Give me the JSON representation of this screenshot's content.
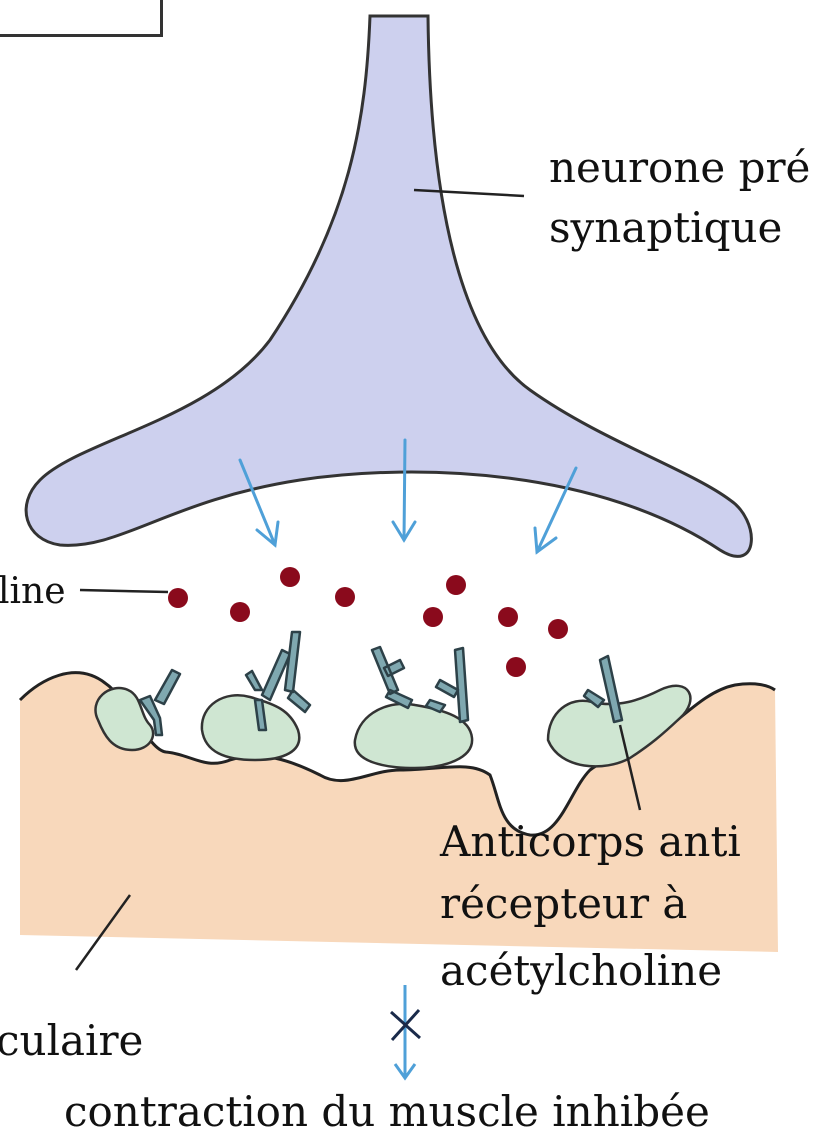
{
  "labels": {
    "presynaptic_line1": "neurone pré",
    "presynaptic_line2": "synaptique",
    "acetylcholine_partial": "line",
    "antibody_line1": "Anticorps anti",
    "antibody_line2": "récepteur à",
    "antibody_line3": "acétylcholine",
    "muscle_partial": "culaire",
    "result": "contraction du muscle inhibée"
  },
  "colors": {
    "neuron_fill": "#cdd0ee",
    "neuron_stroke": "#333333",
    "vesicle_release_arrows": "#4fa0d8",
    "acetylcholine_dots": "#8a0a1c",
    "muscle_fill": "#f8d8bb",
    "receptor_fill": "#cfe6d2",
    "antibody_fill": "#7fa8b0",
    "result_arrow": "#4fa0d8",
    "block_cross": "#1a2a4a"
  },
  "icons": {
    "release_arrow": "down-arrow-icon",
    "result_arrow": "down-arrow-icon",
    "block_mark": "cross-icon"
  }
}
